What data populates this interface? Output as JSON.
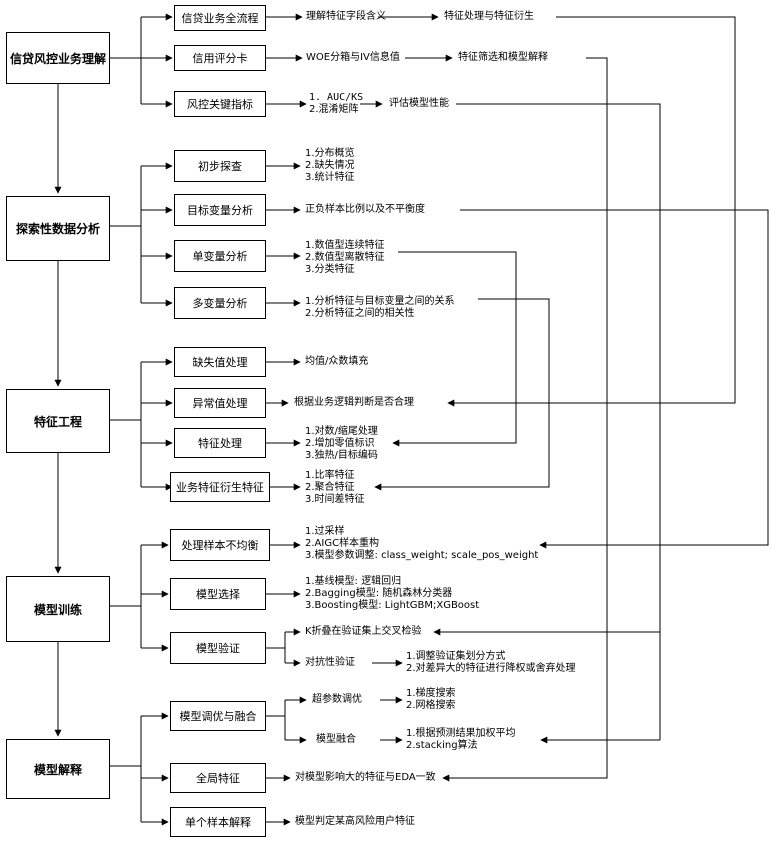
{
  "stages": {
    "s1": "信贷风控业务理解",
    "s2": "探索性数据分析",
    "s3": "特征工程",
    "s4": "模型训练",
    "s5": "模型解释"
  },
  "steps": {
    "b11": "信贷业务全流程",
    "b12": "信用评分卡",
    "b13": "风控关键指标",
    "b21": "初步探查",
    "b22": "目标变量分析",
    "b23": "单变量分析",
    "b24": "多变量分析",
    "b31": "缺失值处理",
    "b32": "异常值处理",
    "b33": "特征处理",
    "b34": "业务特征衍生特征",
    "b41": "处理样本不均衡",
    "b42": "模型选择",
    "b43": "模型验证",
    "b51": "模型调优与融合",
    "b52": "全局特征",
    "b53": "单个样本解释"
  },
  "notes": {
    "t11": "理解特征字段含义",
    "t11b": "特征处理与特征衍生",
    "t12": "WOE分箱与IV信息值",
    "t12b": "特征筛选和模型解释",
    "t13a": "1. AUC/KS",
    "t13b": "2.混淆矩阵",
    "t13c": "评估模型性能",
    "t21a": "1.分布概览",
    "t21b": "2.缺失情况",
    "t21c": "3.统计特征",
    "t22": "正负样本比例以及不平衡度",
    "t23a": "1.数值型连续特征",
    "t23b": "2.数值型离散特征",
    "t23c": "3.分类特征",
    "t24a": "1.分析特征与目标变量之间的关系",
    "t24b": "2.分析特征之间的相关性",
    "t31": "均值/众数填充",
    "t32": "根据业务逻辑判断是否合理",
    "t33a": "1.对数/缩尾处理",
    "t33b": "2.增加零值标识",
    "t33c": "3.独热/目标编码",
    "t34a": "1.比率特征",
    "t34b": "2.聚合特征",
    "t34c": "3.时间差特征",
    "t41a": "1.过采样",
    "t41b": "2.AIGC样本重构",
    "t41c": "3.模型参数调整: class_weight; scale_pos_weight",
    "t42a": "1.基线模型: 逻辑回归",
    "t42b": "2.Bagging模型: 随机森林分类器",
    "t42c": "3.Boosting模型: LightGBM;XGBoost",
    "t43": "K折叠在验证集上交叉检验",
    "t43v": "对抗性验证",
    "t43va": "1.调整验证集划分方式",
    "t43vb": "2.对差异大的特征进行降权或舍弃处理",
    "t51h": "超参数调优",
    "t51ha": "1.梯度搜索",
    "t51hb": "2.网格搜索",
    "t51m": "模型融合",
    "t51ma": "1.根据预测结果加权平均",
    "t51mb": "2.stacking算法",
    "t52": "对模型影响大的特征与EDA一致",
    "t53": "模型判定某高风险用户特征"
  }
}
